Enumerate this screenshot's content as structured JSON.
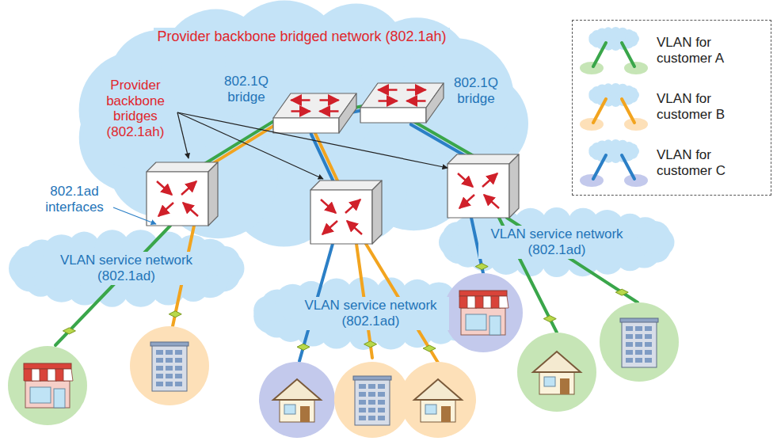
{
  "diagram": {
    "nodes": [
      {
        "text": [
          "Provider backbone bridged network (802.1ah)"
        ]
      },
      {
        "text": [
          "VLAN service network (802.1ad)"
        ]
      },
      {
        "text": [
          "VLAN service network (802.1ad)"
        ]
      },
      {
        "text": [
          "VLAN service network (802.1ad)"
        ]
      }
    ],
    "labels": [
      "Provider backbone bridges (802.1ah)",
      "802.1Q bridge",
      "802.1Q bridge",
      "802.1ad interfaces"
    ],
    "legend": [
      {
        "text": "VLAN for customer A"
      },
      {
        "text": "VLAN for customer B"
      },
      {
        "text": "VLAN for customer C"
      }
    ]
  }
}
